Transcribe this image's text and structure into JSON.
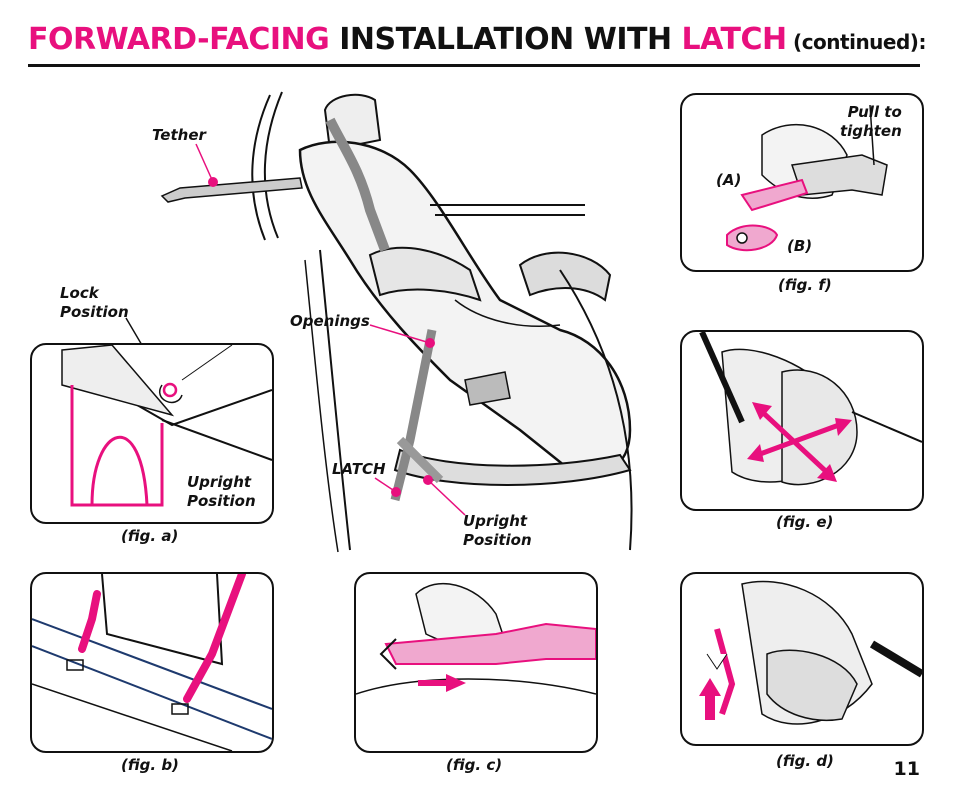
{
  "header": {
    "title_part1": "FORWARD-FACING",
    "title_part2": " INSTALLATION WITH ",
    "title_part3": "LATCH",
    "title_part4": " (continued):"
  },
  "labels": {
    "tether": "Tether",
    "lock_position_1": "Lock",
    "lock_position_2": "Position",
    "upright_a_1": "Upright",
    "upright_a_2": "Position",
    "openings": "Openings",
    "latch": "LATCH",
    "upright_main_1": "Upright",
    "upright_main_2": "Position",
    "pull_to_1": "Pull to",
    "pull_to_2": "tighten",
    "part_a": "(A)",
    "part_b": "(B)"
  },
  "captions": {
    "fig_a": "(fig. a)",
    "fig_b": "(fig. b)",
    "fig_c": "(fig. c)",
    "fig_d": "(fig. d)",
    "fig_e": "(fig. e)",
    "fig_f": "(fig. f)"
  },
  "page_number": "11",
  "colors": {
    "accent": "#e8107e",
    "ink": "#111111"
  }
}
